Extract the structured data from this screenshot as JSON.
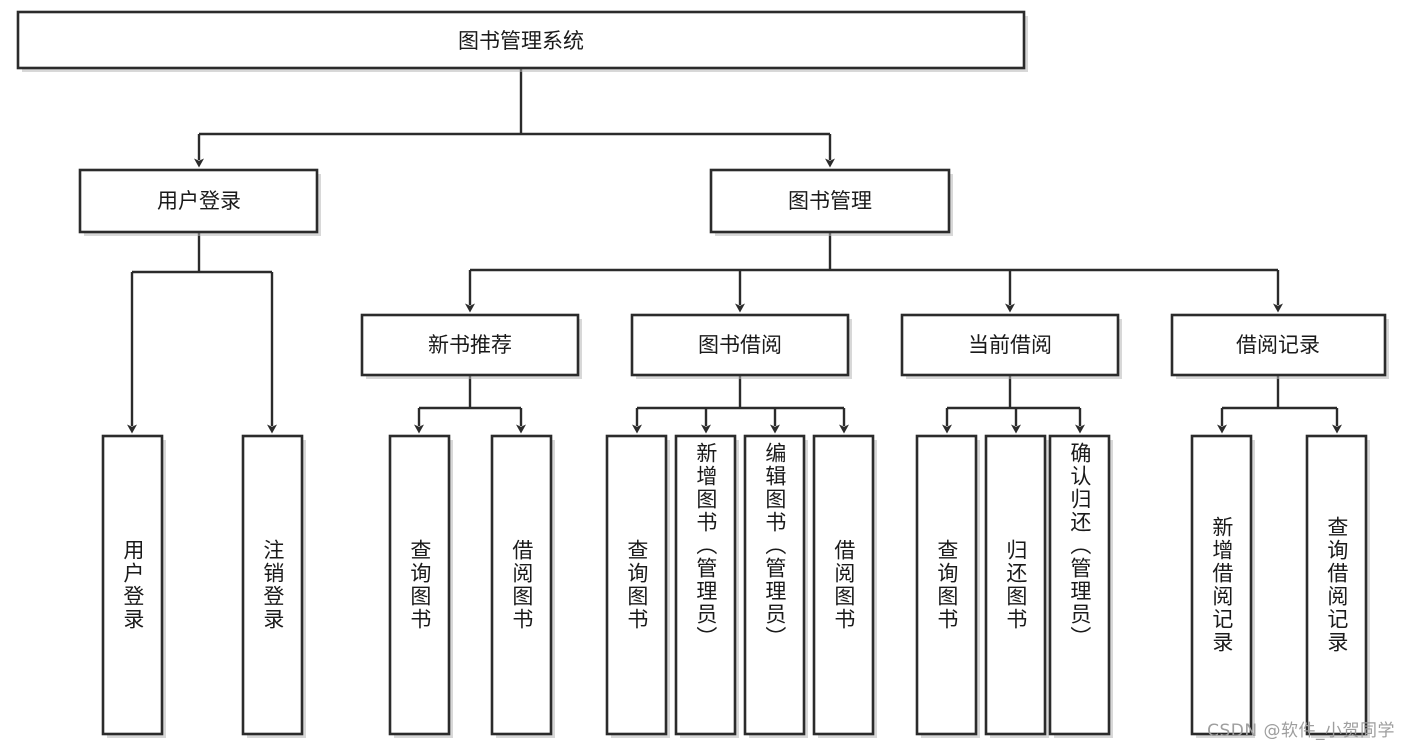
{
  "diagram": {
    "type": "tree-hierarchy",
    "title": "图书管理系统",
    "root": {
      "id": "root",
      "label": "图书管理系统",
      "orientation": "horizontal"
    },
    "level1": [
      {
        "id": "user-login",
        "label": "用户登录",
        "orientation": "horizontal"
      },
      {
        "id": "book-management",
        "label": "图书管理",
        "orientation": "horizontal"
      }
    ],
    "level2": [
      {
        "id": "new-book-recommend",
        "label": "新书推荐",
        "orientation": "horizontal",
        "parent": "book-management"
      },
      {
        "id": "book-borrow",
        "label": "图书借阅",
        "orientation": "horizontal",
        "parent": "book-management"
      },
      {
        "id": "current-borrow",
        "label": "当前借阅",
        "orientation": "horizontal",
        "parent": "book-management"
      },
      {
        "id": "borrow-record",
        "label": "借阅记录",
        "orientation": "horizontal",
        "parent": "book-management"
      }
    ],
    "leaves": [
      {
        "id": "leaf-user-login",
        "label": "用户登录",
        "orientation": "vertical",
        "parent": "user-login"
      },
      {
        "id": "leaf-user-logout",
        "label": "注销登录",
        "orientation": "vertical",
        "parent": "user-login"
      },
      {
        "id": "leaf-query-book-1",
        "label": "查询图书",
        "orientation": "vertical",
        "parent": "new-book-recommend"
      },
      {
        "id": "leaf-borrow-book-1",
        "label": "借阅图书",
        "orientation": "vertical",
        "parent": "new-book-recommend"
      },
      {
        "id": "leaf-query-book-2",
        "label": "查询图书",
        "orientation": "vertical",
        "parent": "book-borrow"
      },
      {
        "id": "leaf-add-book",
        "label": "新增图书（管理员）",
        "orientation": "vertical",
        "parent": "book-borrow"
      },
      {
        "id": "leaf-edit-book",
        "label": "编辑图书（管理员）",
        "orientation": "vertical",
        "parent": "book-borrow"
      },
      {
        "id": "leaf-borrow-book-2",
        "label": "借阅图书",
        "orientation": "vertical",
        "parent": "book-borrow"
      },
      {
        "id": "leaf-query-book-3",
        "label": "查询图书",
        "orientation": "vertical",
        "parent": "current-borrow"
      },
      {
        "id": "leaf-return-book",
        "label": "归还图书",
        "orientation": "vertical",
        "parent": "current-borrow"
      },
      {
        "id": "leaf-confirm-return",
        "label": "确认归还（管理员）",
        "orientation": "vertical",
        "parent": "current-borrow"
      },
      {
        "id": "leaf-add-record",
        "label": "新增借阅记录",
        "orientation": "vertical",
        "parent": "borrow-record"
      },
      {
        "id": "leaf-query-record",
        "label": "查询借阅记录",
        "orientation": "vertical",
        "parent": "borrow-record"
      }
    ],
    "colors": {
      "stroke": "#2b2b2b",
      "fill": "#ffffff",
      "text": "#1a1a1a",
      "shadow": "#b8b8b8",
      "watermark": "#9e9e9e",
      "background": "#ffffff"
    }
  },
  "watermark": {
    "text": "CSDN @软件_小贺同学"
  }
}
